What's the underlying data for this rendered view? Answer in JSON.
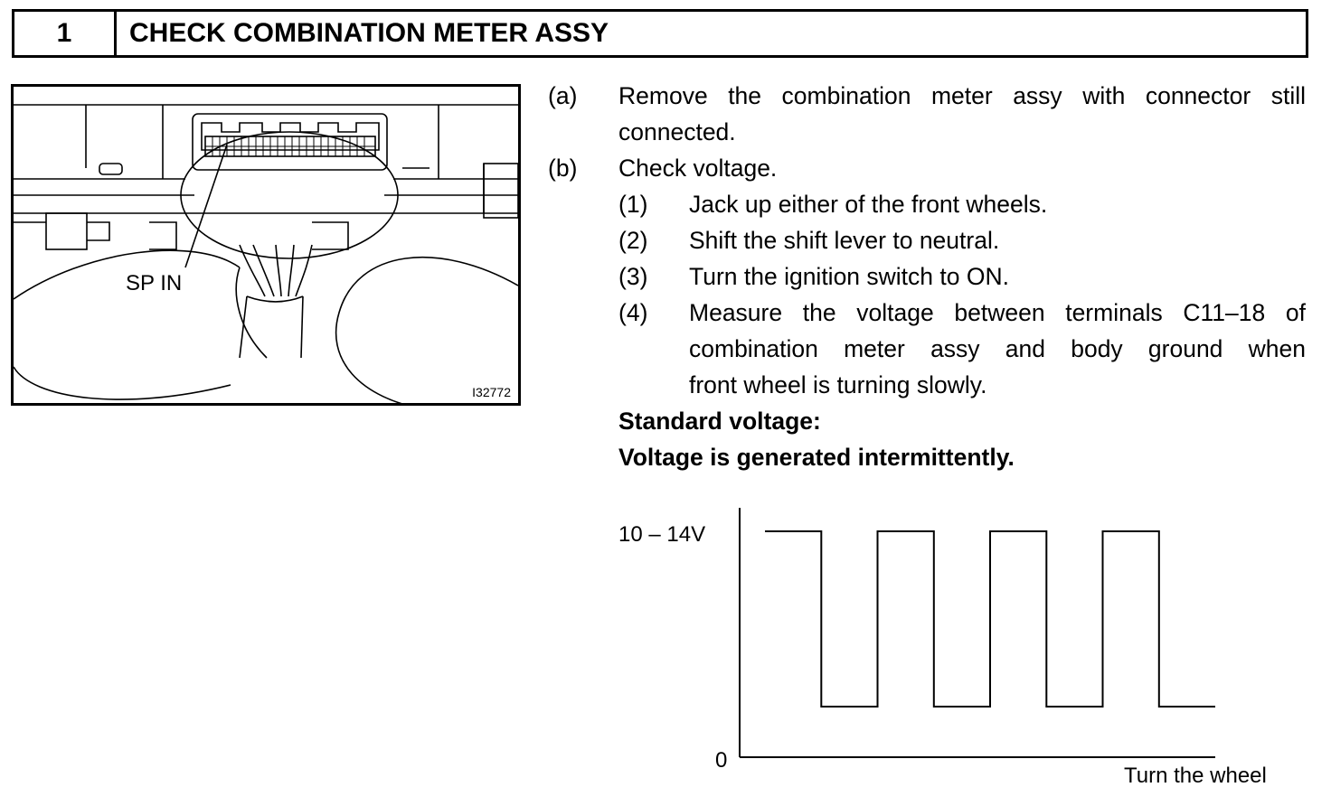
{
  "header": {
    "step_number": "1",
    "title": "CHECK COMBINATION METER ASSY"
  },
  "figure": {
    "callout_label": "SP IN",
    "figure_id": "I32772"
  },
  "instructions": {
    "a": {
      "marker": "(a)",
      "line1": "Remove the combination meter assy with connector still",
      "line2": "connected."
    },
    "b": {
      "marker": "(b)",
      "text": "Check voltage."
    },
    "steps": [
      {
        "marker": "(1)",
        "text": "Jack up either of the front wheels."
      },
      {
        "marker": "(2)",
        "text": "Shift the shift lever to neutral."
      },
      {
        "marker": "(3)",
        "text": "Turn the ignition switch to ON."
      },
      {
        "marker": "(4)",
        "line1": "Measure the voltage between terminals C11–18 of",
        "line2": "combination meter assy and body ground when",
        "line3": "front wheel is turning slowly."
      }
    ],
    "standard_label": "Standard voltage:",
    "standard_value": "Voltage is generated intermittently."
  },
  "chart_data": {
    "type": "line",
    "ytick_labels": [
      "10 – 14V",
      "0"
    ],
    "xlabel": "Turn the wheel",
    "waveform": [
      "high",
      "low",
      "high",
      "low",
      "high",
      "low",
      "high",
      "low"
    ]
  }
}
